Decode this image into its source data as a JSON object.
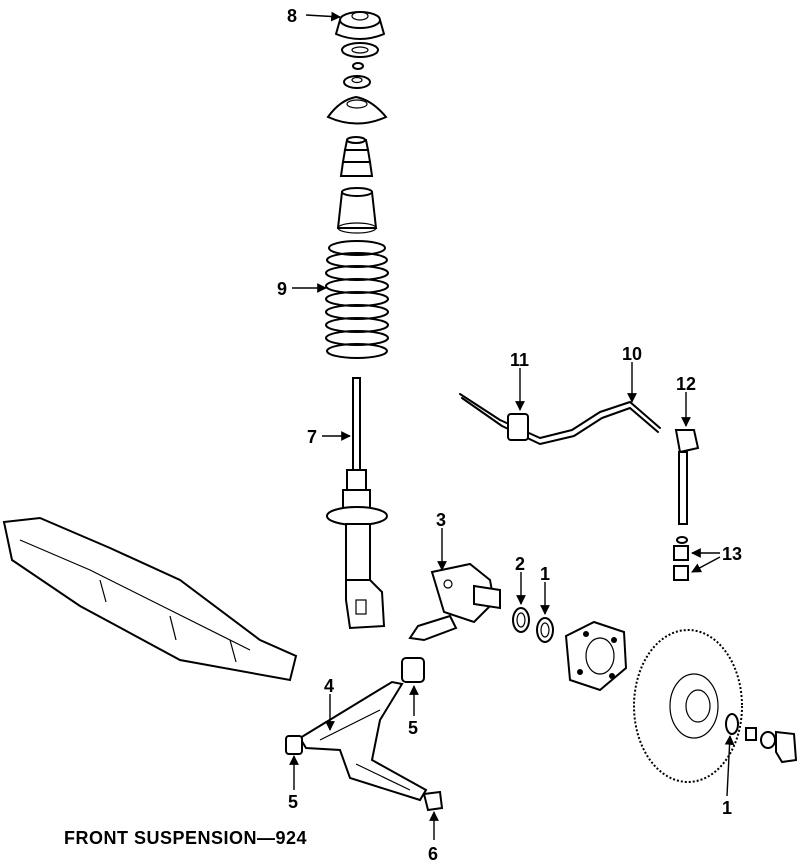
{
  "diagram": {
    "caption": "FRONT SUSPENSION—924",
    "callouts": {
      "c8": "8",
      "c9": "9",
      "c7": "7",
      "c3": "3",
      "c2": "2",
      "c1a": "1",
      "c1b": "1",
      "c11": "11",
      "c10": "10",
      "c12": "12",
      "c13": "13",
      "c4": "4",
      "c5a": "5",
      "c5b": "5",
      "c6": "6"
    }
  }
}
